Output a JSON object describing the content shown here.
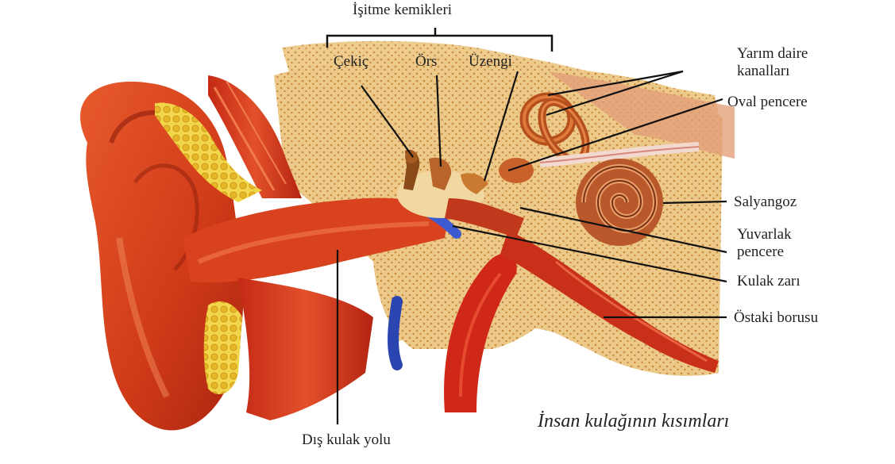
{
  "title": "İnsan kulağının kısımları",
  "labels": {
    "ossicles_group": "İşitme kemikleri",
    "hammer": "Çekiç",
    "anvil": "Örs",
    "stirrup": "Üzengi",
    "semicircular_1": "Yarım daire",
    "semicircular_2": "kanalları",
    "oval_window": "Oval pencere",
    "cochlea": "Salyangoz",
    "round_window_1": "Yuvarlak",
    "round_window_2": "pencere",
    "eardrum": "Kulak zarı",
    "eustachian": "Östaki borusu",
    "ear_canal": "Dış kulak yolu"
  },
  "colors": {
    "flesh": "#d9411e",
    "flesh_dark": "#a8260f",
    "bone": "#e8c47e",
    "bone_dot": "#c98a3a",
    "cartilage": "#f0d040",
    "nerve": "#2a45b0",
    "line": "#111111"
  }
}
